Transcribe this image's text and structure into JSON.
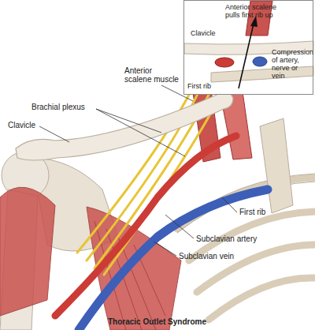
{
  "diagram": {
    "caption": "Thoracic Outlet Syndrome",
    "nodes": [
      {
        "text": [
          "Anterior scalene pulls first rib up",
          "Clavicle",
          "First rib",
          "Compression of artery, nerve or vein"
        ]
      }
    ],
    "labels": [
      "Anterior scalene muscle",
      "Brachial plexus",
      "Clavicle",
      "First rib",
      "Subclavian artery",
      "Subclavian vein"
    ]
  }
}
